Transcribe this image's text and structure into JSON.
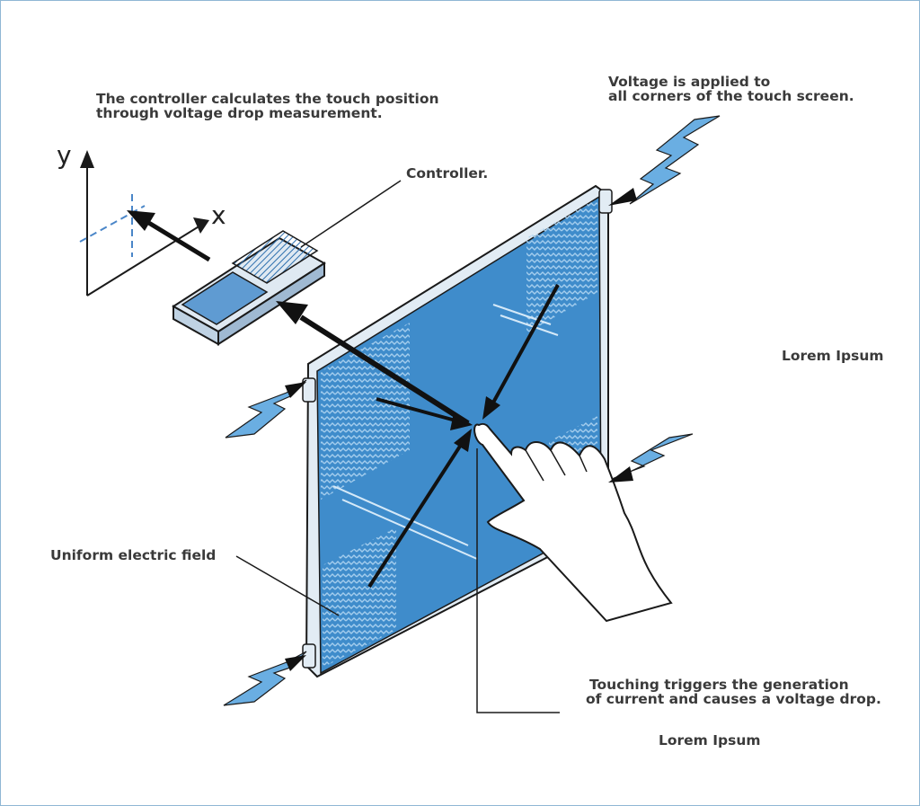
{
  "labels": {
    "controller_calc_line1": "The controller calculates the touch position",
    "controller_calc_line2": "through voltage drop measurement.",
    "controller": "Controller.",
    "voltage_applied_line1": "Voltage is applied to",
    "voltage_applied_line2": "all corners of the touch screen.",
    "lorem_right": "Lorem Ipsum",
    "uniform_field": "Uniform electric field",
    "touching_line1": "Touching triggers the generation",
    "touching_line2": "of current and causes a voltage drop.",
    "lorem_bottom": "Lorem Ipsum"
  },
  "axes": {
    "y": "y",
    "x": "x"
  },
  "colors": {
    "panel_fill": "#3f8ccb",
    "panel_edge": "#e2ecf4",
    "lightning": "#6aaee2",
    "outline": "#1a1a1a",
    "text": "#3a3a3a",
    "frame": "#8fb7d4"
  }
}
